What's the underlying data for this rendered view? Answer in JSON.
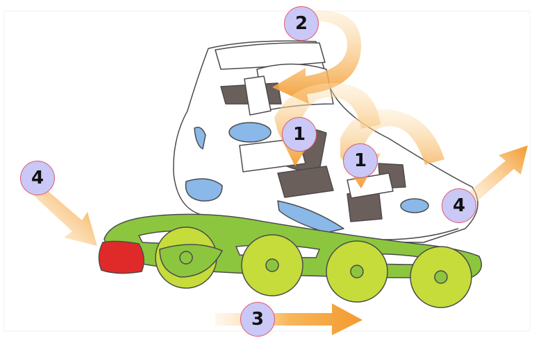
{
  "badges": {
    "tongue": "2",
    "upper_buckle": "1",
    "lower_buckle": "1",
    "heel_brake": "4",
    "toe": "4",
    "glide": "3"
  },
  "colors": {
    "arrow": "#f5a742",
    "badge_fill": "#c9c8f6",
    "badge_border": "#e0566b",
    "frame": "#8cc63f",
    "wheel": "#c5dc3a",
    "brake": "#e02a2a",
    "pad": "#8ab8e8",
    "strap": "#6b5f5c"
  }
}
